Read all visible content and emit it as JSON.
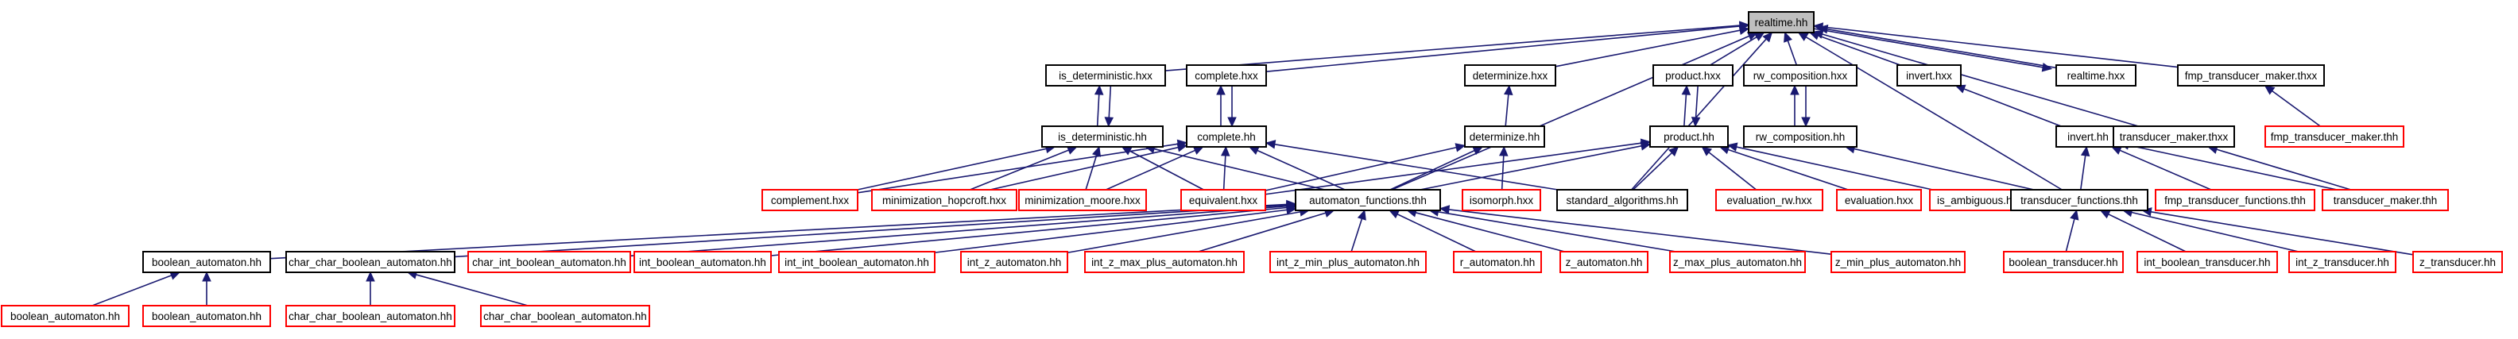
{
  "colors": {
    "edge": "#191970",
    "border_black": "#000000",
    "border_red": "#ff0000",
    "root_fill": "#bfbfbf",
    "fill": "#ffffff"
  },
  "nodes": [
    {
      "id": "realtime_hh",
      "label": "realtime.hh",
      "style": "root"
    },
    {
      "id": "is_det_hxx",
      "label": "is_deterministic.hxx",
      "style": "black"
    },
    {
      "id": "complete_hxx",
      "label": "complete.hxx",
      "style": "black"
    },
    {
      "id": "determinize_hxx",
      "label": "determinize.hxx",
      "style": "black"
    },
    {
      "id": "product_hxx",
      "label": "product.hxx",
      "style": "black"
    },
    {
      "id": "rw_comp_hxx",
      "label": "rw_composition.hxx",
      "style": "black"
    },
    {
      "id": "invert_hxx",
      "label": "invert.hxx",
      "style": "black"
    },
    {
      "id": "realtime_hxx",
      "label": "realtime.hxx",
      "style": "black"
    },
    {
      "id": "fmp_thxx",
      "label": "fmp_transducer_maker.thxx",
      "style": "black"
    },
    {
      "id": "is_det_hh",
      "label": "is_deterministic.hh",
      "style": "black"
    },
    {
      "id": "complete_hh",
      "label": "complete.hh",
      "style": "black"
    },
    {
      "id": "determinize_hh",
      "label": "determinize.hh",
      "style": "black"
    },
    {
      "id": "product_hh",
      "label": "product.hh",
      "style": "black"
    },
    {
      "id": "rw_comp_hh",
      "label": "rw_composition.hh",
      "style": "black"
    },
    {
      "id": "invert_hh",
      "label": "invert.hh",
      "style": "black"
    },
    {
      "id": "tmaker_thxx",
      "label": "transducer_maker.thxx",
      "style": "black"
    },
    {
      "id": "fmp_thh",
      "label": "fmp_transducer_maker.thh",
      "style": "red"
    },
    {
      "id": "complement_hxx",
      "label": "complement.hxx",
      "style": "red"
    },
    {
      "id": "min_hop_hxx",
      "label": "minimization_hopcroft.hxx",
      "style": "red"
    },
    {
      "id": "min_moore_hxx",
      "label": "minimization_moore.hxx",
      "style": "red"
    },
    {
      "id": "equivalent_hxx",
      "label": "equivalent.hxx",
      "style": "red"
    },
    {
      "id": "auto_func_thh",
      "label": "automaton_functions.thh",
      "style": "black"
    },
    {
      "id": "isomorph_hxx",
      "label": "isomorph.hxx",
      "style": "red"
    },
    {
      "id": "std_alg_hh",
      "label": "standard_algorithms.hh",
      "style": "black"
    },
    {
      "id": "eval_rw_hxx",
      "label": "evaluation_rw.hxx",
      "style": "red"
    },
    {
      "id": "eval_hxx",
      "label": "evaluation.hxx",
      "style": "red"
    },
    {
      "id": "is_amb_hxx",
      "label": "is_ambiguous.hxx",
      "style": "red"
    },
    {
      "id": "trans_func_thh",
      "label": "transducer_functions.thh",
      "style": "black"
    },
    {
      "id": "fmp_tfunc_thh",
      "label": "fmp_transducer_functions.thh",
      "style": "red"
    },
    {
      "id": "tmaker_thh",
      "label": "transducer_maker.thh",
      "style": "red"
    },
    {
      "id": "bool_auto_hh",
      "label": "boolean_automaton.hh",
      "style": "black"
    },
    {
      "id": "ccb_auto_hh",
      "label": "char_char_boolean_automaton.hh",
      "style": "black"
    },
    {
      "id": "cib_auto_hh",
      "label": "char_int_boolean_automaton.hh",
      "style": "red"
    },
    {
      "id": "ib_auto_hh",
      "label": "int_boolean_automaton.hh",
      "style": "red"
    },
    {
      "id": "iib_auto_hh",
      "label": "int_int_boolean_automaton.hh",
      "style": "red"
    },
    {
      "id": "iz_auto_hh",
      "label": "int_z_automaton.hh",
      "style": "red"
    },
    {
      "id": "izmaxp_auto_hh",
      "label": "int_z_max_plus_automaton.hh",
      "style": "red"
    },
    {
      "id": "izminp_auto_hh",
      "label": "int_z_min_plus_automaton.hh",
      "style": "red"
    },
    {
      "id": "r_auto_hh",
      "label": "r_automaton.hh",
      "style": "red"
    },
    {
      "id": "z_auto_hh",
      "label": "z_automaton.hh",
      "style": "red"
    },
    {
      "id": "zmaxp_auto_hh",
      "label": "z_max_plus_automaton.hh",
      "style": "red"
    },
    {
      "id": "zminp_auto_hh",
      "label": "z_min_plus_automaton.hh",
      "style": "red"
    },
    {
      "id": "bool_trans_hh",
      "label": "boolean_transducer.hh",
      "style": "red"
    },
    {
      "id": "ibool_trans_hh",
      "label": "int_boolean_transducer.hh",
      "style": "red"
    },
    {
      "id": "iz_trans_hh",
      "label": "int_z_transducer.hh",
      "style": "red"
    },
    {
      "id": "z_trans_hh",
      "label": "z_transducer.hh",
      "style": "red"
    },
    {
      "id": "bool_auto_hh_a",
      "label": "boolean_automaton.hh",
      "style": "red"
    },
    {
      "id": "bool_auto_hh_b",
      "label": "boolean_automaton.hh",
      "style": "red"
    },
    {
      "id": "ccb_auto_hh_a",
      "label": "char_char_boolean_automaton.hh",
      "style": "red"
    },
    {
      "id": "ccb_auto_hh_b",
      "label": "char_char_boolean_automaton.hh",
      "style": "red"
    }
  ],
  "edges": [
    [
      "is_det_hxx",
      "realtime_hh"
    ],
    [
      "complete_hxx",
      "realtime_hh"
    ],
    [
      "determinize_hxx",
      "realtime_hh"
    ],
    [
      "product_hxx",
      "realtime_hh"
    ],
    [
      "rw_comp_hxx",
      "realtime_hh"
    ],
    [
      "invert_hxx",
      "realtime_hh"
    ],
    [
      "realtime_hxx",
      "realtime_hh"
    ],
    [
      "fmp_thxx",
      "realtime_hh"
    ],
    [
      "auto_func_thh",
      "realtime_hh"
    ],
    [
      "std_alg_hh",
      "realtime_hh"
    ],
    [
      "tmaker_thxx",
      "realtime_hh"
    ],
    [
      "trans_func_thh",
      "realtime_hh"
    ],
    [
      "realtime_hh",
      "realtime_hxx"
    ],
    [
      "is_det_hh",
      "is_det_hxx"
    ],
    [
      "is_det_hxx",
      "is_det_hh"
    ],
    [
      "complete_hh",
      "complete_hxx"
    ],
    [
      "complete_hxx",
      "complete_hh"
    ],
    [
      "product_hh",
      "product_hxx"
    ],
    [
      "product_hxx",
      "product_hh"
    ],
    [
      "rw_comp_hh",
      "rw_comp_hxx"
    ],
    [
      "rw_comp_hxx",
      "rw_comp_hh"
    ],
    [
      "determinize_hh",
      "determinize_hxx"
    ],
    [
      "invert_hh",
      "invert_hxx"
    ],
    [
      "fmp_thh",
      "fmp_thxx"
    ],
    [
      "complement_hxx",
      "is_det_hh"
    ],
    [
      "min_hop_hxx",
      "is_det_hh"
    ],
    [
      "min_moore_hxx",
      "is_det_hh"
    ],
    [
      "equivalent_hxx",
      "is_det_hh"
    ],
    [
      "auto_func_thh",
      "is_det_hh"
    ],
    [
      "complement_hxx",
      "complete_hh"
    ],
    [
      "min_hop_hxx",
      "complete_hh"
    ],
    [
      "min_moore_hxx",
      "complete_hh"
    ],
    [
      "equivalent_hxx",
      "complete_hh"
    ],
    [
      "auto_func_thh",
      "complete_hh"
    ],
    [
      "std_alg_hh",
      "complete_hh"
    ],
    [
      "equivalent_hxx",
      "determinize_hh"
    ],
    [
      "auto_func_thh",
      "determinize_hh"
    ],
    [
      "isomorph_hxx",
      "determinize_hh"
    ],
    [
      "equivalent_hxx",
      "product_hh"
    ],
    [
      "auto_func_thh",
      "product_hh"
    ],
    [
      "std_alg_hh",
      "product_hh"
    ],
    [
      "eval_rw_hxx",
      "product_hh"
    ],
    [
      "eval_hxx",
      "product_hh"
    ],
    [
      "is_amb_hxx",
      "product_hh"
    ],
    [
      "trans_func_thh",
      "rw_comp_hh"
    ],
    [
      "trans_func_thh",
      "invert_hh"
    ],
    [
      "fmp_tfunc_thh",
      "invert_hh"
    ],
    [
      "tmaker_thh",
      "invert_hh"
    ],
    [
      "tmaker_thh",
      "tmaker_thxx"
    ],
    [
      "bool_auto_hh",
      "auto_func_thh"
    ],
    [
      "ccb_auto_hh",
      "auto_func_thh"
    ],
    [
      "cib_auto_hh",
      "auto_func_thh"
    ],
    [
      "ib_auto_hh",
      "auto_func_thh"
    ],
    [
      "iib_auto_hh",
      "auto_func_thh"
    ],
    [
      "iz_auto_hh",
      "auto_func_thh"
    ],
    [
      "izmaxp_auto_hh",
      "auto_func_thh"
    ],
    [
      "izminp_auto_hh",
      "auto_func_thh"
    ],
    [
      "r_auto_hh",
      "auto_func_thh"
    ],
    [
      "z_auto_hh",
      "auto_func_thh"
    ],
    [
      "zmaxp_auto_hh",
      "auto_func_thh"
    ],
    [
      "zminp_auto_hh",
      "auto_func_thh"
    ],
    [
      "bool_trans_hh",
      "trans_func_thh"
    ],
    [
      "ibool_trans_hh",
      "trans_func_thh"
    ],
    [
      "iz_trans_hh",
      "trans_func_thh"
    ],
    [
      "z_trans_hh",
      "trans_func_thh"
    ],
    [
      "bool_auto_hh_a",
      "bool_auto_hh"
    ],
    [
      "bool_auto_hh_b",
      "bool_auto_hh"
    ],
    [
      "ccb_auto_hh_a",
      "ccb_auto_hh"
    ],
    [
      "ccb_auto_hh_b",
      "ccb_auto_hh"
    ]
  ]
}
